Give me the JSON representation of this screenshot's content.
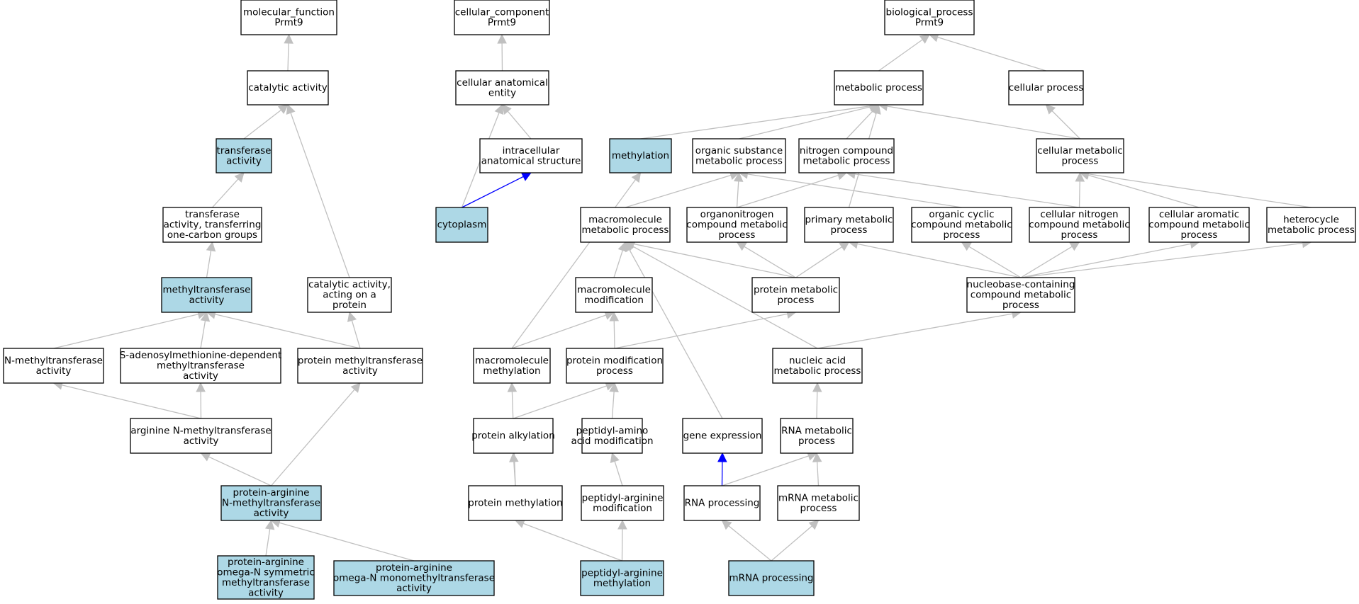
{
  "colors": {
    "highlight_fill": "#add8e6",
    "default_fill": "#ffffff",
    "edge_gray": "#c0c0c0",
    "edge_blue": "#0000ff",
    "border": "#000000"
  },
  "nodes": [
    {
      "id": "mf",
      "lines": [
        "molecular_function",
        "Prmt9"
      ],
      "highlight": false
    },
    {
      "id": "cc",
      "lines": [
        "cellular_component",
        "Prmt9"
      ],
      "highlight": false
    },
    {
      "id": "bp",
      "lines": [
        "biological_process",
        "Prmt9"
      ],
      "highlight": false
    },
    {
      "id": "cat",
      "lines": [
        "catalytic activity"
      ],
      "highlight": false
    },
    {
      "id": "cae",
      "lines": [
        "cellular anatomical",
        "entity"
      ],
      "highlight": false
    },
    {
      "id": "mp",
      "lines": [
        "metabolic process"
      ],
      "highlight": false
    },
    {
      "id": "cp",
      "lines": [
        "cellular process"
      ],
      "highlight": false
    },
    {
      "id": "ta",
      "lines": [
        "transferase",
        "activity"
      ],
      "highlight": true
    },
    {
      "id": "ias",
      "lines": [
        "intracellular",
        "anatomical structure"
      ],
      "highlight": false
    },
    {
      "id": "meth",
      "lines": [
        "methylation"
      ],
      "highlight": true
    },
    {
      "id": "osmp",
      "lines": [
        "organic substance",
        "metabolic process"
      ],
      "highlight": false
    },
    {
      "id": "ncmp",
      "lines": [
        "nitrogen compound",
        "metabolic process"
      ],
      "highlight": false
    },
    {
      "id": "cmp",
      "lines": [
        "cellular metabolic",
        "process"
      ],
      "highlight": false
    },
    {
      "id": "tao",
      "lines": [
        "transferase",
        "activity, transferring",
        "one-carbon groups"
      ],
      "highlight": false
    },
    {
      "id": "cyto",
      "lines": [
        "cytoplasm"
      ],
      "highlight": true
    },
    {
      "id": "mmp",
      "lines": [
        "macromolecule",
        "metabolic process"
      ],
      "highlight": false
    },
    {
      "id": "oncmp",
      "lines": [
        "organonitrogen",
        "compound metabolic",
        "process"
      ],
      "highlight": false
    },
    {
      "id": "pmp",
      "lines": [
        "primary metabolic",
        "process"
      ],
      "highlight": false
    },
    {
      "id": "occmp",
      "lines": [
        "organic cyclic",
        "compound metabolic",
        "process"
      ],
      "highlight": false
    },
    {
      "id": "cncmp",
      "lines": [
        "cellular nitrogen",
        "compound metabolic",
        "process"
      ],
      "highlight": false
    },
    {
      "id": "cacmp",
      "lines": [
        "cellular aromatic",
        "compound metabolic",
        "process"
      ],
      "highlight": false
    },
    {
      "id": "hmp",
      "lines": [
        "heterocycle",
        "metabolic process"
      ],
      "highlight": false
    },
    {
      "id": "mta",
      "lines": [
        "methyltransferase",
        "activity"
      ],
      "highlight": true
    },
    {
      "id": "caap",
      "lines": [
        "catalytic activity,",
        "acting on a",
        "protein"
      ],
      "highlight": false
    },
    {
      "id": "mmod",
      "lines": [
        "macromolecule",
        "modification"
      ],
      "highlight": false
    },
    {
      "id": "protmp",
      "lines": [
        "protein metabolic",
        "process"
      ],
      "highlight": false
    },
    {
      "id": "nbc",
      "lines": [
        "nucleobase-containing",
        "compound metabolic",
        "process"
      ],
      "highlight": false
    },
    {
      "id": "nmt",
      "lines": [
        "N-methyltransferase",
        "activity"
      ],
      "highlight": false
    },
    {
      "id": "samdm",
      "lines": [
        "S-adenosylmethionine-dependent",
        "methyltransferase",
        "activity"
      ],
      "highlight": false
    },
    {
      "id": "pmta",
      "lines": [
        "protein methyltransferase",
        "activity"
      ],
      "highlight": false
    },
    {
      "id": "mmeth",
      "lines": [
        "macromolecule",
        "methylation"
      ],
      "highlight": false
    },
    {
      "id": "pmodp",
      "lines": [
        "protein modification",
        "process"
      ],
      "highlight": false
    },
    {
      "id": "namp",
      "lines": [
        "nucleic acid",
        "metabolic process"
      ],
      "highlight": false
    },
    {
      "id": "anmt",
      "lines": [
        "arginine N-methyltransferase",
        "activity"
      ],
      "highlight": false
    },
    {
      "id": "palk",
      "lines": [
        "protein alkylation"
      ],
      "highlight": false
    },
    {
      "id": "paam",
      "lines": [
        "peptidyl-amino",
        "acid modification"
      ],
      "highlight": false
    },
    {
      "id": "gexp",
      "lines": [
        "gene expression"
      ],
      "highlight": false
    },
    {
      "id": "rmp",
      "lines": [
        "RNA metabolic",
        "process"
      ],
      "highlight": false
    },
    {
      "id": "panmt",
      "lines": [
        "protein-arginine",
        "N-methyltransferase",
        "activity"
      ],
      "highlight": true
    },
    {
      "id": "pmeth",
      "lines": [
        "protein methylation"
      ],
      "highlight": false
    },
    {
      "id": "pam",
      "lines": [
        "peptidyl-arginine",
        "modification"
      ],
      "highlight": false
    },
    {
      "id": "rproc",
      "lines": [
        "RNA processing"
      ],
      "highlight": false
    },
    {
      "id": "mrmp",
      "lines": [
        "mRNA metabolic",
        "process"
      ],
      "highlight": false
    },
    {
      "id": "paos",
      "lines": [
        "protein-arginine",
        "omega-N symmetric",
        "methyltransferase",
        "activity"
      ],
      "highlight": true
    },
    {
      "id": "paom",
      "lines": [
        "protein-arginine",
        "omega-N monomethyltransferase",
        "activity"
      ],
      "highlight": true
    },
    {
      "id": "pameth",
      "lines": [
        "peptidyl-arginine",
        "methylation"
      ],
      "highlight": true
    },
    {
      "id": "mrproc",
      "lines": [
        "mRNA processing"
      ],
      "highlight": true
    }
  ],
  "edges": [
    {
      "from": "cat",
      "to": "mf",
      "color": "gray"
    },
    {
      "from": "cae",
      "to": "cc",
      "color": "gray"
    },
    {
      "from": "mp",
      "to": "bp",
      "color": "gray"
    },
    {
      "from": "cp",
      "to": "bp",
      "color": "gray"
    },
    {
      "from": "ta",
      "to": "cat",
      "color": "gray"
    },
    {
      "from": "caap",
      "to": "cat",
      "color": "gray"
    },
    {
      "from": "ias",
      "to": "cae",
      "color": "gray"
    },
    {
      "from": "cyto",
      "to": "cae",
      "color": "gray"
    },
    {
      "from": "cyto",
      "to": "ias",
      "color": "blue"
    },
    {
      "from": "meth",
      "to": "mp",
      "color": "gray"
    },
    {
      "from": "osmp",
      "to": "mp",
      "color": "gray"
    },
    {
      "from": "ncmp",
      "to": "mp",
      "color": "gray"
    },
    {
      "from": "pmp",
      "to": "mp",
      "color": "gray"
    },
    {
      "from": "cmp",
      "to": "mp",
      "color": "gray"
    },
    {
      "from": "cmp",
      "to": "cp",
      "color": "gray"
    },
    {
      "from": "tao",
      "to": "ta",
      "color": "gray"
    },
    {
      "from": "mta",
      "to": "tao",
      "color": "gray"
    },
    {
      "from": "mmp",
      "to": "osmp",
      "color": "gray"
    },
    {
      "from": "oncmp",
      "to": "osmp",
      "color": "gray"
    },
    {
      "from": "occmp",
      "to": "osmp",
      "color": "gray"
    },
    {
      "from": "oncmp",
      "to": "ncmp",
      "color": "gray"
    },
    {
      "from": "cncmp",
      "to": "ncmp",
      "color": "gray"
    },
    {
      "from": "cncmp",
      "to": "cmp",
      "color": "gray"
    },
    {
      "from": "cacmp",
      "to": "cmp",
      "color": "gray"
    },
    {
      "from": "hmp",
      "to": "cmp",
      "color": "gray"
    },
    {
      "from": "mmod",
      "to": "mmp",
      "color": "gray"
    },
    {
      "from": "protmp",
      "to": "mmp",
      "color": "gray"
    },
    {
      "from": "namp",
      "to": "mmp",
      "color": "gray"
    },
    {
      "from": "gexp",
      "to": "mmp",
      "color": "gray"
    },
    {
      "from": "protmp",
      "to": "oncmp",
      "color": "gray"
    },
    {
      "from": "protmp",
      "to": "pmp",
      "color": "gray"
    },
    {
      "from": "nbc",
      "to": "pmp",
      "color": "gray"
    },
    {
      "from": "nbc",
      "to": "occmp",
      "color": "gray"
    },
    {
      "from": "nbc",
      "to": "cncmp",
      "color": "gray"
    },
    {
      "from": "nbc",
      "to": "cacmp",
      "color": "gray"
    },
    {
      "from": "nbc",
      "to": "hmp",
      "color": "gray"
    },
    {
      "from": "nmt",
      "to": "mta",
      "color": "gray"
    },
    {
      "from": "samdm",
      "to": "mta",
      "color": "gray"
    },
    {
      "from": "pmta",
      "to": "mta",
      "color": "gray"
    },
    {
      "from": "pmta",
      "to": "caap",
      "color": "gray"
    },
    {
      "from": "mmeth",
      "to": "meth",
      "color": "gray"
    },
    {
      "from": "mmeth",
      "to": "mmod",
      "color": "gray"
    },
    {
      "from": "pmodp",
      "to": "mmod",
      "color": "gray"
    },
    {
      "from": "pmodp",
      "to": "protmp",
      "color": "gray"
    },
    {
      "from": "namp",
      "to": "nbc",
      "color": "gray"
    },
    {
      "from": "anmt",
      "to": "nmt",
      "color": "gray"
    },
    {
      "from": "anmt",
      "to": "samdm",
      "color": "gray"
    },
    {
      "from": "palk",
      "to": "pmodp",
      "color": "gray"
    },
    {
      "from": "paam",
      "to": "pmodp",
      "color": "gray"
    },
    {
      "from": "rmp",
      "to": "namp",
      "color": "gray"
    },
    {
      "from": "panmt",
      "to": "anmt",
      "color": "gray"
    },
    {
      "from": "panmt",
      "to": "pmta",
      "color": "gray"
    },
    {
      "from": "pmeth",
      "to": "mmeth",
      "color": "gray"
    },
    {
      "from": "pmeth",
      "to": "palk",
      "color": "gray"
    },
    {
      "from": "pam",
      "to": "paam",
      "color": "gray"
    },
    {
      "from": "rproc",
      "to": "gexp",
      "color": "blue"
    },
    {
      "from": "rproc",
      "to": "rmp",
      "color": "gray"
    },
    {
      "from": "mrmp",
      "to": "rmp",
      "color": "gray"
    },
    {
      "from": "paos",
      "to": "panmt",
      "color": "gray"
    },
    {
      "from": "paom",
      "to": "panmt",
      "color": "gray"
    },
    {
      "from": "pameth",
      "to": "pmeth",
      "color": "gray"
    },
    {
      "from": "pameth",
      "to": "pam",
      "color": "gray"
    },
    {
      "from": "mrproc",
      "to": "rproc",
      "color": "gray"
    },
    {
      "from": "mrproc",
      "to": "mrmp",
      "color": "gray"
    }
  ]
}
